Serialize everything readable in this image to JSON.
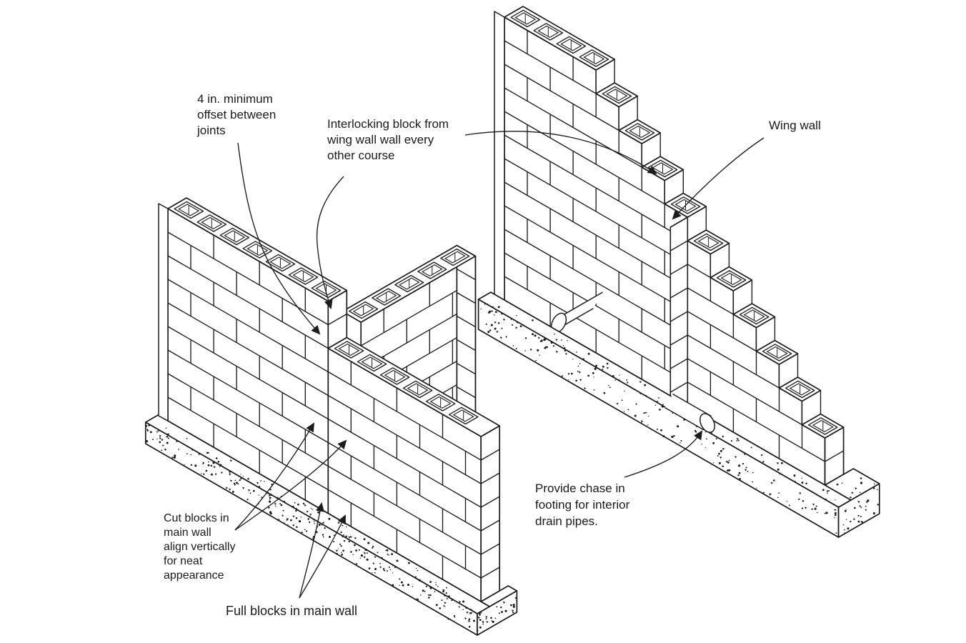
{
  "colors": {
    "background": "#ffffff",
    "line": "#1c1c1c",
    "text": "#1a1a1a"
  },
  "diagram": {
    "subject": "Concrete masonry (CMU) wing wall intersection construction details",
    "panels": [
      {
        "id": "main-wall-tee",
        "description": "Main block wall with wing wall tee intersection on a stippled concrete footing"
      },
      {
        "id": "racked-corner",
        "description": "Racked wing wall corner on an L-shaped footing with drain pipe chases"
      }
    ]
  },
  "annotations": {
    "offset_note": "4 in. minimum\noffset between\njoints",
    "interlocking_note": "Interlocking block from\nwing wall wall every\nother course",
    "wing_wall_label": "Wing wall",
    "cut_blocks_note": "Cut blocks in\nmain wall\nalign vertically\nfor neat\nappearance",
    "full_blocks_note": "Full blocks in main wall",
    "chase_note": "Provide chase in\nfooting for interior\ndrain pipes."
  }
}
